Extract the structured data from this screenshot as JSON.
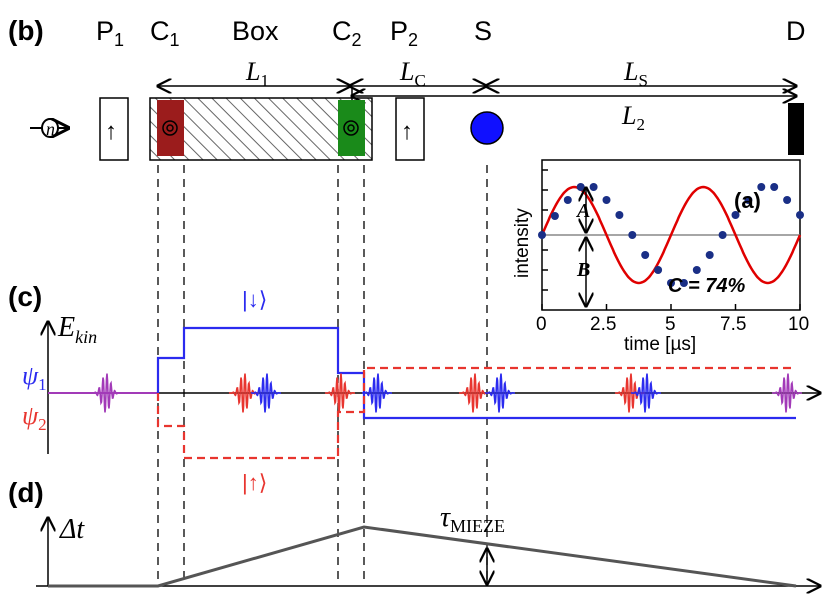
{
  "panel_b": {
    "label": "(b)",
    "components": {
      "p1": "P",
      "p1_sub": "1",
      "c1": "C",
      "c1_sub": "1",
      "box": "Box",
      "c2": "C",
      "c2_sub": "2",
      "p2": "P",
      "p2_sub": "2",
      "s": "S",
      "d": "D"
    },
    "dist": {
      "l1": "L",
      "l1_sub": "1",
      "lc": "L",
      "lc_sub": "C",
      "ls": "L",
      "ls_sub": "S",
      "l2": "L",
      "l2_sub": "2"
    },
    "neutron_symbol": "n",
    "arrow_glyph": "↑"
  },
  "panel_a": {
    "label": "(a)",
    "ylabel": "intensity",
    "xlabel": "time [µs]",
    "a_label": "A",
    "b_label": "B",
    "contrast": "C = 74%",
    "xticks": [
      "0",
      "2.5",
      "5",
      "7.5",
      "10"
    ]
  },
  "panel_c": {
    "label": "(c)",
    "energy": "E",
    "energy_sub": "kin",
    "psi1": "ψ",
    "psi1_sub": "1",
    "psi2": "ψ",
    "psi2_sub": "2",
    "down_state": "|↓⟩",
    "up_state": "|↑⟩"
  },
  "panel_d": {
    "label": "(d)",
    "dt": "Δt",
    "tau": "τ",
    "tau_sub": "MIEZE"
  },
  "colors": {
    "red": "#e8352f",
    "blue": "#2b2bef",
    "purple": "#a23ab8",
    "green": "#1a8a1a",
    "darkred": "#9b1c1c",
    "curve": "#e00000",
    "dot": "#1a2f86",
    "gray": "#555555"
  },
  "chart_data": {
    "type": "scatter",
    "xlabel": "time [µs]",
    "ylabel": "intensity",
    "xlim": [
      0,
      10
    ],
    "x": [
      0.0,
      0.5,
      1.0,
      1.5,
      2.0,
      2.5,
      3.0,
      3.5,
      4.0,
      4.5,
      5.0,
      5.5,
      6.0,
      6.5,
      7.0,
      7.5,
      8.0,
      8.5,
      9.0,
      9.5,
      10.0
    ],
    "y": [
      0.5,
      0.69,
      0.85,
      0.98,
      0.98,
      0.85,
      0.7,
      0.5,
      0.3,
      0.15,
      0.02,
      0.02,
      0.15,
      0.3,
      0.5,
      0.7,
      0.85,
      0.98,
      0.98,
      0.85,
      0.7
    ],
    "contrast_percent": 74
  }
}
